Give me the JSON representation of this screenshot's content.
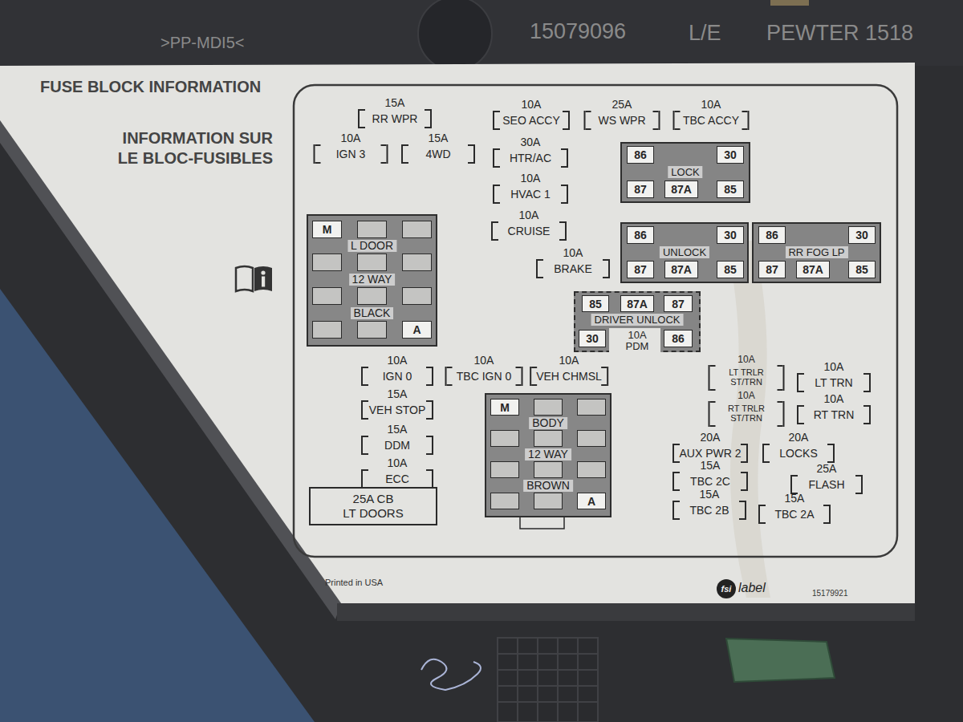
{
  "diagram": {
    "title": "FUSE BLOCK INFORMATION",
    "nodes": [
      {
        "text": [
          "15A",
          "RR WPR"
        ]
      },
      {
        "text": [
          "10A",
          "SEO ACCY"
        ]
      },
      {
        "text": [
          "25A",
          "WS WPR"
        ]
      },
      {
        "text": [
          "10A",
          "TBC ACCY"
        ]
      },
      {
        "text": [
          "10A",
          "IGN 3"
        ]
      },
      {
        "text": [
          "15A",
          "4WD"
        ]
      },
      {
        "text": [
          "30A",
          "HTR/AC"
        ]
      },
      {
        "text": [
          "LOCK"
        ]
      },
      {
        "text": [
          "86"
        ],
        "in": 7
      },
      {
        "text": [
          "30"
        ],
        "in": 7
      },
      {
        "text": [
          "87"
        ],
        "in": 7
      },
      {
        "text": [
          "87A"
        ],
        "in": 7
      },
      {
        "text": [
          "85"
        ],
        "in": 7
      },
      {
        "text": [
          "10A",
          "HVAC 1"
        ]
      },
      {
        "text": [
          "10A",
          "CRUISE"
        ]
      },
      {
        "text": [
          "L DOOR",
          "12 WAY",
          "BLACK"
        ]
      },
      {
        "text": [
          "M"
        ],
        "in": 15
      },
      {
        "text": [
          "A"
        ],
        "in": 15
      },
      {
        "text": [
          "UNLOCK"
        ]
      },
      {
        "text": [
          "86"
        ],
        "in": 18
      },
      {
        "text": [
          "30"
        ],
        "in": 18
      },
      {
        "text": [
          "87"
        ],
        "in": 18
      },
      {
        "text": [
          "87A"
        ],
        "in": 18
      },
      {
        "text": [
          "85"
        ],
        "in": 18
      },
      {
        "text": [
          "RR FOG LP"
        ]
      },
      {
        "text": [
          "86"
        ],
        "in": 24
      },
      {
        "text": [
          "30"
        ],
        "in": 24
      },
      {
        "text": [
          "87"
        ],
        "in": 24
      },
      {
        "text": [
          "87A"
        ],
        "in": 24
      },
      {
        "text": [
          "85"
        ],
        "in": 24
      },
      {
        "text": [
          "10A",
          "BRAKE"
        ]
      },
      {
        "text": [
          "DRIVER UNLOCK",
          "10A",
          "PDM"
        ]
      },
      {
        "text": [
          "85"
        ],
        "in": 31
      },
      {
        "text": [
          "87A"
        ],
        "in": 31
      },
      {
        "text": [
          "87"
        ],
        "in": 31
      },
      {
        "text": [
          "30"
        ],
        "in": 31
      },
      {
        "text": [
          "86"
        ],
        "in": 31
      },
      {
        "text": [
          "10A",
          "IGN 0"
        ]
      },
      {
        "text": [
          "10A",
          "TBC IGN 0"
        ]
      },
      {
        "text": [
          "10A",
          "VEH CHMSL"
        ]
      },
      {
        "text": [
          "10A",
          "LT TRLR ST/TRN"
        ]
      },
      {
        "text": [
          "10A",
          "LT TRN"
        ]
      },
      {
        "text": [
          "15A",
          "VEH STOP"
        ]
      },
      {
        "text": [
          "10A",
          "RT TRLR ST/TRN"
        ]
      },
      {
        "text": [
          "10A",
          "RT TRN"
        ]
      },
      {
        "text": [
          "BODY",
          "12 WAY",
          "BROWN"
        ]
      },
      {
        "text": [
          "M"
        ],
        "in": 45
      },
      {
        "text": [
          "A"
        ],
        "in": 45
      },
      {
        "text": [
          "15A",
          "DDM"
        ]
      },
      {
        "text": [
          "20A",
          "AUX PWR 2"
        ]
      },
      {
        "text": [
          "20A",
          "LOCKS"
        ]
      },
      {
        "text": [
          "10A",
          "ECC"
        ]
      },
      {
        "text": [
          "15A",
          "TBC 2C"
        ]
      },
      {
        "text": [
          "25A",
          "FLASH"
        ]
      },
      {
        "text": [
          "15A",
          "TBC 2B"
        ]
      },
      {
        "text": [
          "15A",
          "TBC 2A"
        ]
      },
      {
        "text": [
          "25A CB",
          "LT DOORS"
        ]
      }
    ],
    "labels": [
      ">PP-MDI5<",
      "15079096",
      "L/E",
      "PEWTER 1518",
      "INFORMATION SUR LE BLOC-FUSIBLES",
      "Printed in USA",
      "fsi",
      "label",
      "15179921"
    ]
  }
}
